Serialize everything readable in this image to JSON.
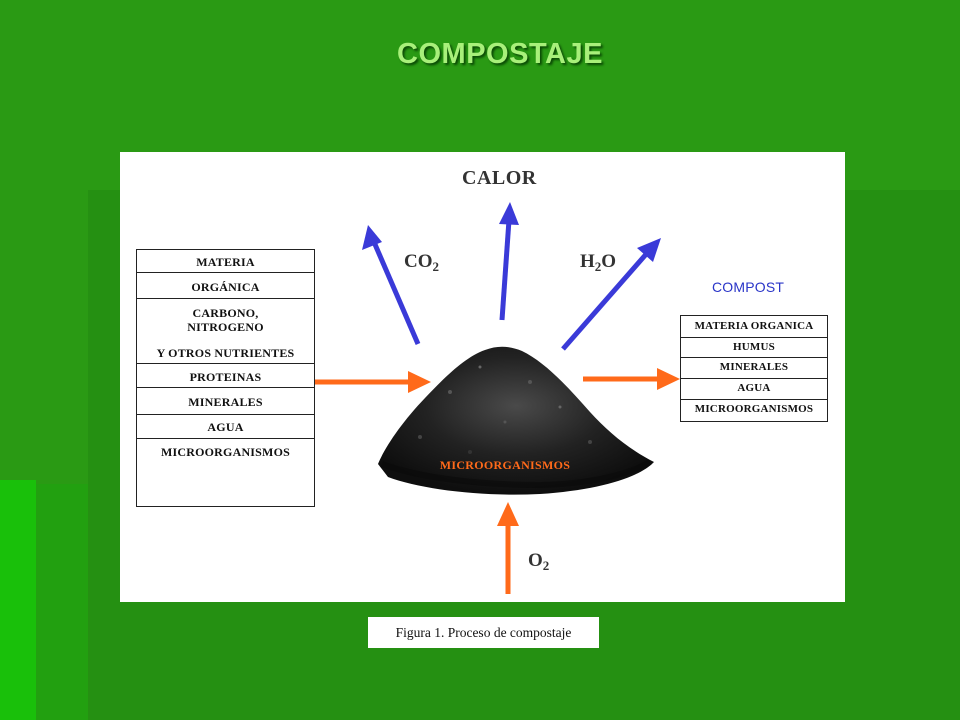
{
  "slide": {
    "title": "COMPOSTAJE",
    "background_color": "#2a9a14",
    "title_color": "#a8f07a"
  },
  "diagram": {
    "heat_label": "CALOR",
    "co2_label": {
      "base": "CO",
      "sub": "2"
    },
    "h2o_label": {
      "pre": "H",
      "sub": "2",
      "post": "O"
    },
    "o2_label": {
      "base": "O",
      "sub": "2"
    },
    "pile_label": "MICROORGANISMOS",
    "input_items": [
      "MATERIA",
      "ORGÁNICA",
      "CARBONO,",
      "NITROGENO",
      "Y OTROS NUTRIENTES",
      "PROTEINAS",
      "MINERALES",
      "AGUA",
      "MICROORGANISMOS"
    ],
    "compost_title": "COMPOST",
    "compost_items": [
      "MATERIA ORGANICA",
      "HUMUS",
      "MINERALES",
      "AGUA",
      "MICROORGANISMOS"
    ],
    "colors": {
      "output_arrows": "#3a3ad8",
      "input_arrows": "#ff6a1a",
      "pile": "#1a1a1a",
      "compost_title": "#2a35c8"
    }
  },
  "caption": "Figura 1. Proceso de compostaje"
}
